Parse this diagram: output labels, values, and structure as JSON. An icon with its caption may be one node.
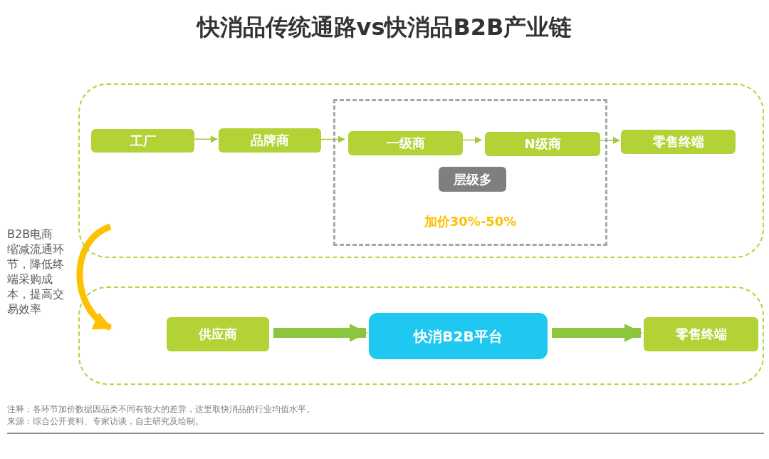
{
  "diagram": {
    "title": "快消品传统通路vs快消品B2B产业链",
    "nodes": [
      {
        "text": [],
        "shape": "box"
      },
      {
        "text": [
          "工厂"
        ],
        "in": 0
      },
      {
        "text": [
          "品牌商"
        ],
        "in": 0
      },
      {
        "text": [
          "加价30%-50%"
        ],
        "in": 0
      },
      {
        "text": [
          "一级商"
        ],
        "in": 3
      },
      {
        "text": [
          "N级商"
        ],
        "in": 3
      },
      {
        "text": [
          "层级多"
        ],
        "in": 3
      },
      {
        "text": [
          "零售终端"
        ],
        "in": 0
      },
      {
        "text": [],
        "shape": "box"
      },
      {
        "text": [
          "供应商"
        ],
        "in": 8
      },
      {
        "text": [
          "快消B2B平台"
        ],
        "in": 8
      },
      {
        "text": [
          "零售终端"
        ],
        "in": 8
      }
    ],
    "edges": [
      {
        "from": 1,
        "to": 2,
        "arrow": "to"
      },
      {
        "from": 2,
        "to": 4,
        "arrow": "to"
      },
      {
        "from": 4,
        "to": 5,
        "arrow": "to"
      },
      {
        "from": 5,
        "to": 7,
        "arrow": "to"
      },
      {
        "from": 0,
        "to": 8,
        "arrow": "to",
        "label": "B2B电商缩减流通环节，降低终端采购成本，提高交易效率",
        "style": "thick",
        "color": "#ffc000"
      },
      {
        "from": 9,
        "to": 10,
        "arrow": "to",
        "style": "thick",
        "color": "#8cc63f"
      },
      {
        "from": 10,
        "to": 11,
        "arrow": "to",
        "style": "thick",
        "color": "#8cc63f"
      }
    ],
    "labels": [
      "注释：各环节加价数据因品类不同有较大的差异，这里取快消品的行业均值水平。",
      "来源：综合公开资料、专家访谈，自主研究及绘制。"
    ]
  }
}
